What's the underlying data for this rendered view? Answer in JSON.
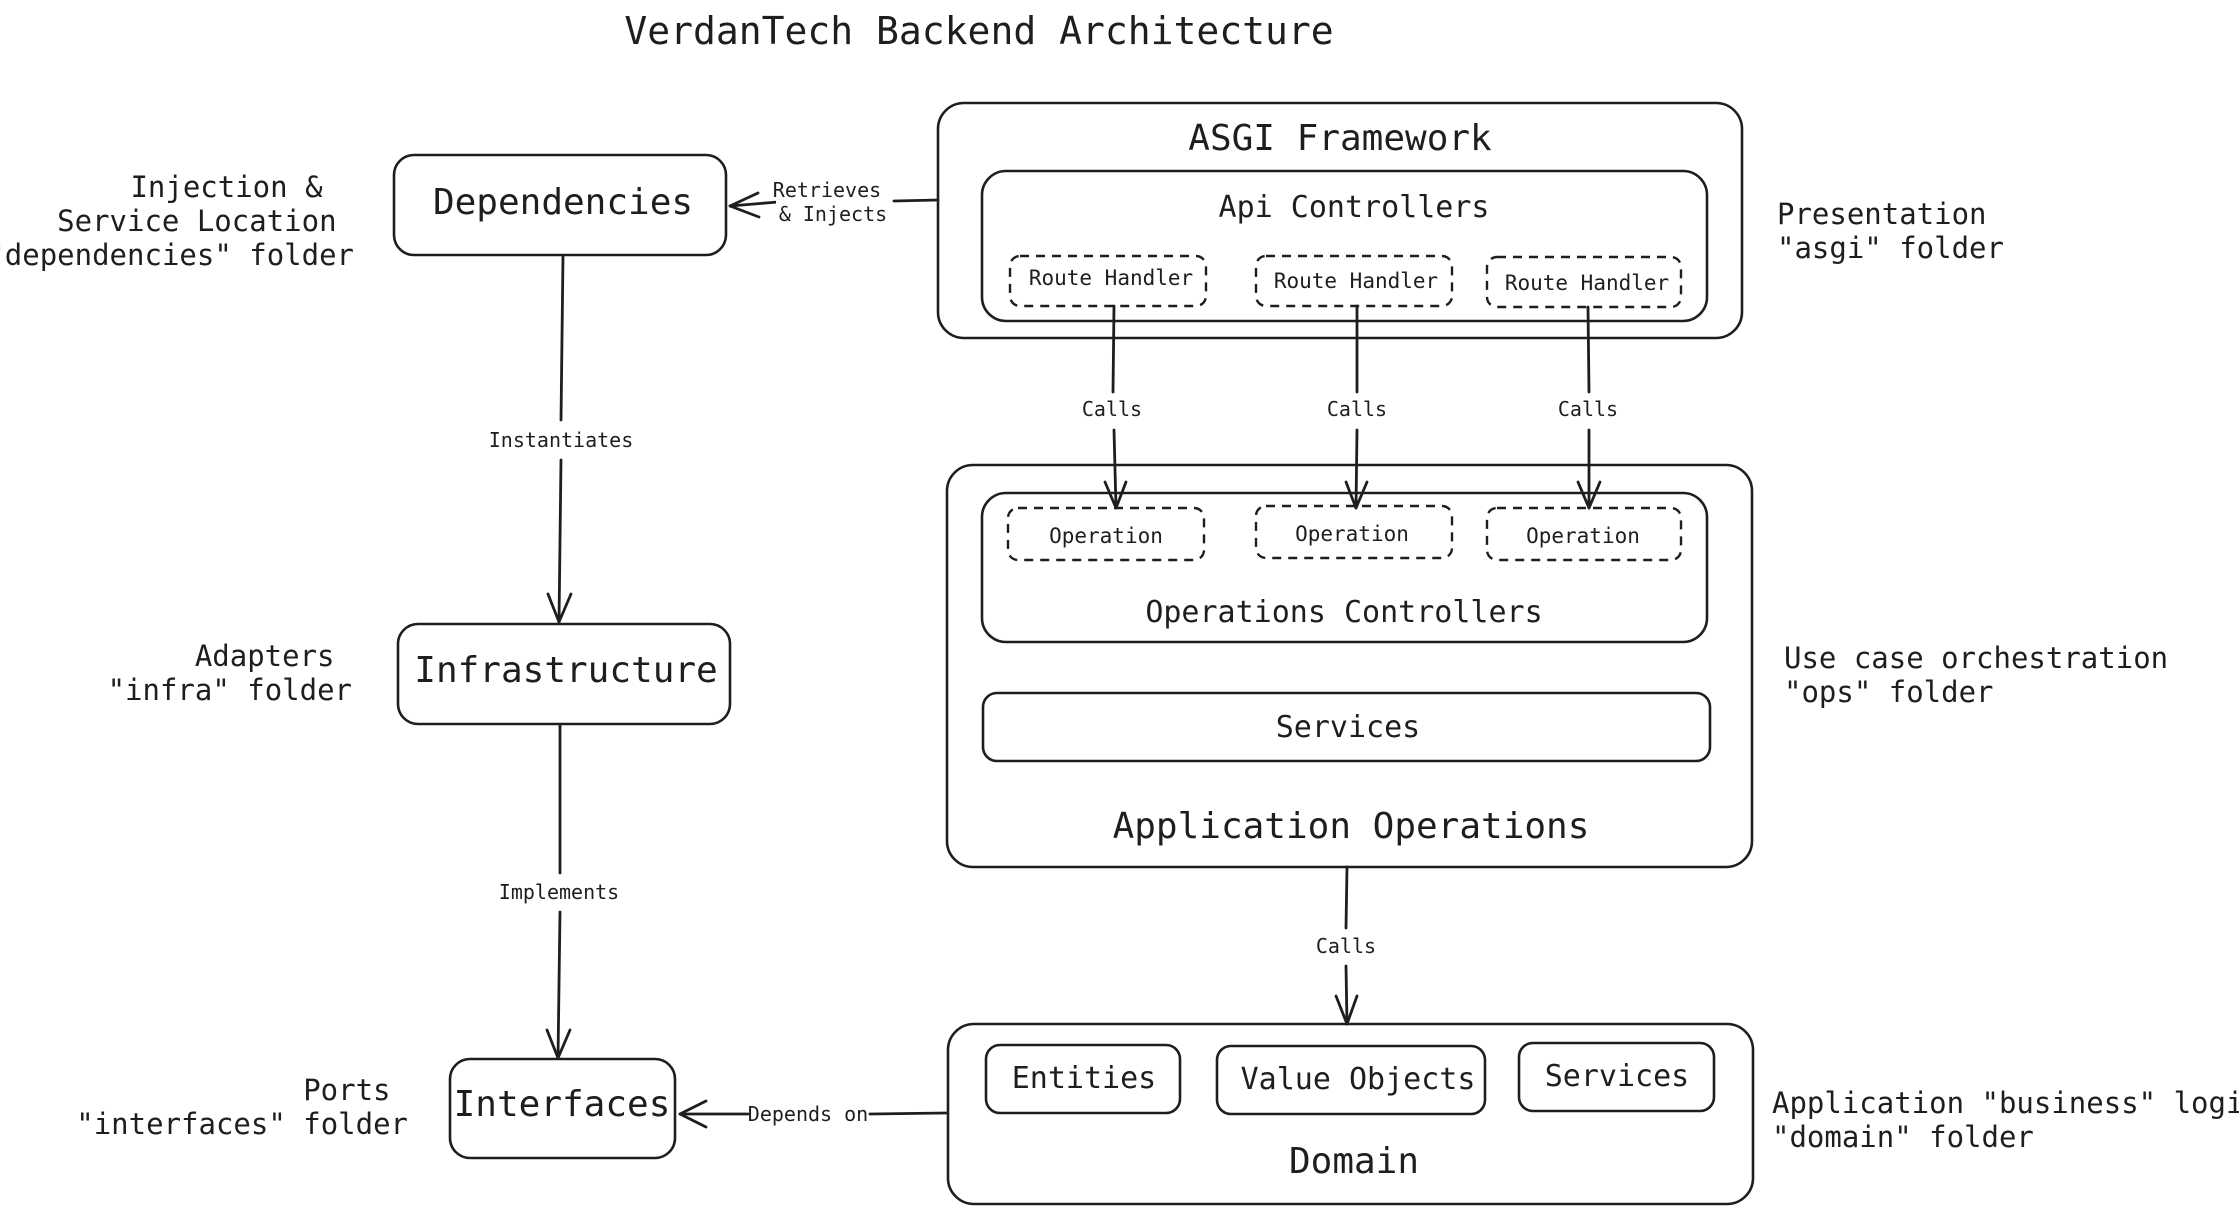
{
  "title": "VerdanTech Backend Architecture",
  "nodes": {
    "dependencies": {
      "label": "Dependencies",
      "note": [
        "Injection &",
        "Service Location",
        "\"dependencies\" folder"
      ]
    },
    "infrastructure": {
      "label": "Infrastructure",
      "note": [
        "Adapters",
        "\"infra\" folder"
      ]
    },
    "interfaces": {
      "label": "Interfaces",
      "note": [
        "Ports",
        "\"interfaces\" folder"
      ]
    },
    "asgi": {
      "label": "ASGI Framework",
      "note": [
        "Presentation",
        "\"asgi\" folder"
      ],
      "api_controllers": "Api Controllers",
      "route_handlers": [
        "Route Handler",
        "Route Handler",
        "Route Handler"
      ]
    },
    "app_ops": {
      "label": "Application Operations",
      "note": [
        "Use case orchestration",
        "\"ops\" folder"
      ],
      "operations_controllers": "Operations Controllers",
      "operations": [
        "Operation",
        "Operation",
        "Operation"
      ],
      "services": "Services"
    },
    "domain": {
      "label": "Domain",
      "note": [
        "Application \"business\" logic",
        "\"domain\" folder"
      ],
      "items": [
        "Entities",
        "Value Objects",
        "Services"
      ]
    }
  },
  "edges": {
    "retrieves_injects": [
      "Retrieves",
      "& Injects"
    ],
    "instantiates": "Instantiates",
    "implements": "Implements",
    "calls": [
      "Calls",
      "Calls",
      "Calls"
    ],
    "calls_domain": "Calls",
    "depends_on": "Depends on"
  },
  "colors": {
    "dependencies_fill": "#ffec99",
    "infrastructure_fill": "#fff3bf",
    "interfaces_fill": "#fff9db",
    "asgi_fill": "#ffc9c9",
    "asgi_hatch": "#ffc9c9",
    "ops_fill": "#b2f2bb",
    "ops_hatch": "#b2f2bb",
    "domain_hatch": "#a5d8ff",
    "domain_item_fill": "#a5d8ff",
    "stroke": "#1e1e1e"
  }
}
